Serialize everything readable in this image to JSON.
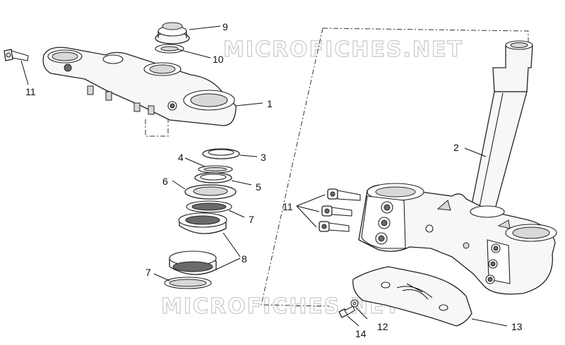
{
  "watermark": "MICROFICHES.NET",
  "callouts": {
    "c1": "1",
    "c2": "2",
    "c3": "3",
    "c4": "4",
    "c5": "5",
    "c6": "6",
    "c7a": "7",
    "c7b": "7",
    "c8": "8",
    "c9": "9",
    "c10": "10",
    "c11a": "11",
    "c11b": "11",
    "c12": "12",
    "c13": "13",
    "c14": "14"
  }
}
